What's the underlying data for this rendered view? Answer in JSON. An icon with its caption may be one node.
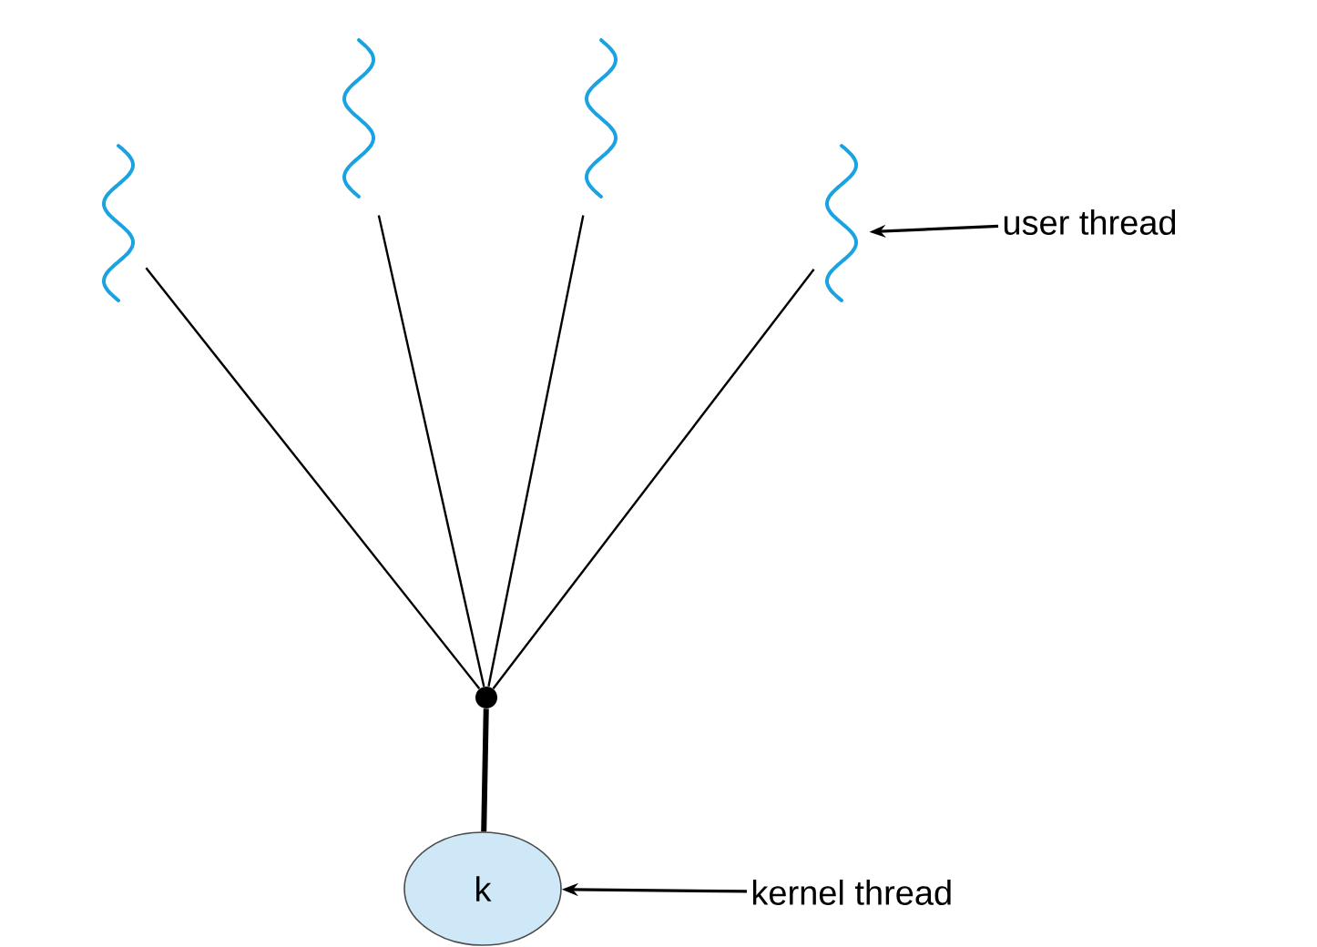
{
  "diagram": {
    "nodes": [
      {
        "text": [],
        "shape": "wave"
      },
      {
        "text": [],
        "shape": "wave"
      },
      {
        "text": [],
        "shape": "wave"
      },
      {
        "text": [],
        "shape": "wave"
      },
      {
        "text": [],
        "shape": "circle"
      },
      {
        "text": [
          "k"
        ]
      },
      {
        "text": [
          "user thread"
        ]
      },
      {
        "text": [
          "kernel thread"
        ]
      }
    ],
    "edges": [
      {
        "from": 0,
        "to": 4,
        "arrow": "none"
      },
      {
        "from": 1,
        "to": 4,
        "arrow": "none"
      },
      {
        "from": 2,
        "to": 4,
        "arrow": "none"
      },
      {
        "from": 3,
        "to": 4,
        "arrow": "none"
      },
      {
        "from": 4,
        "to": 5,
        "arrow": "none",
        "style": "thick"
      },
      {
        "from": 6,
        "to": 3,
        "arrow": "to"
      },
      {
        "from": 7,
        "to": 5,
        "arrow": "to"
      }
    ]
  }
}
